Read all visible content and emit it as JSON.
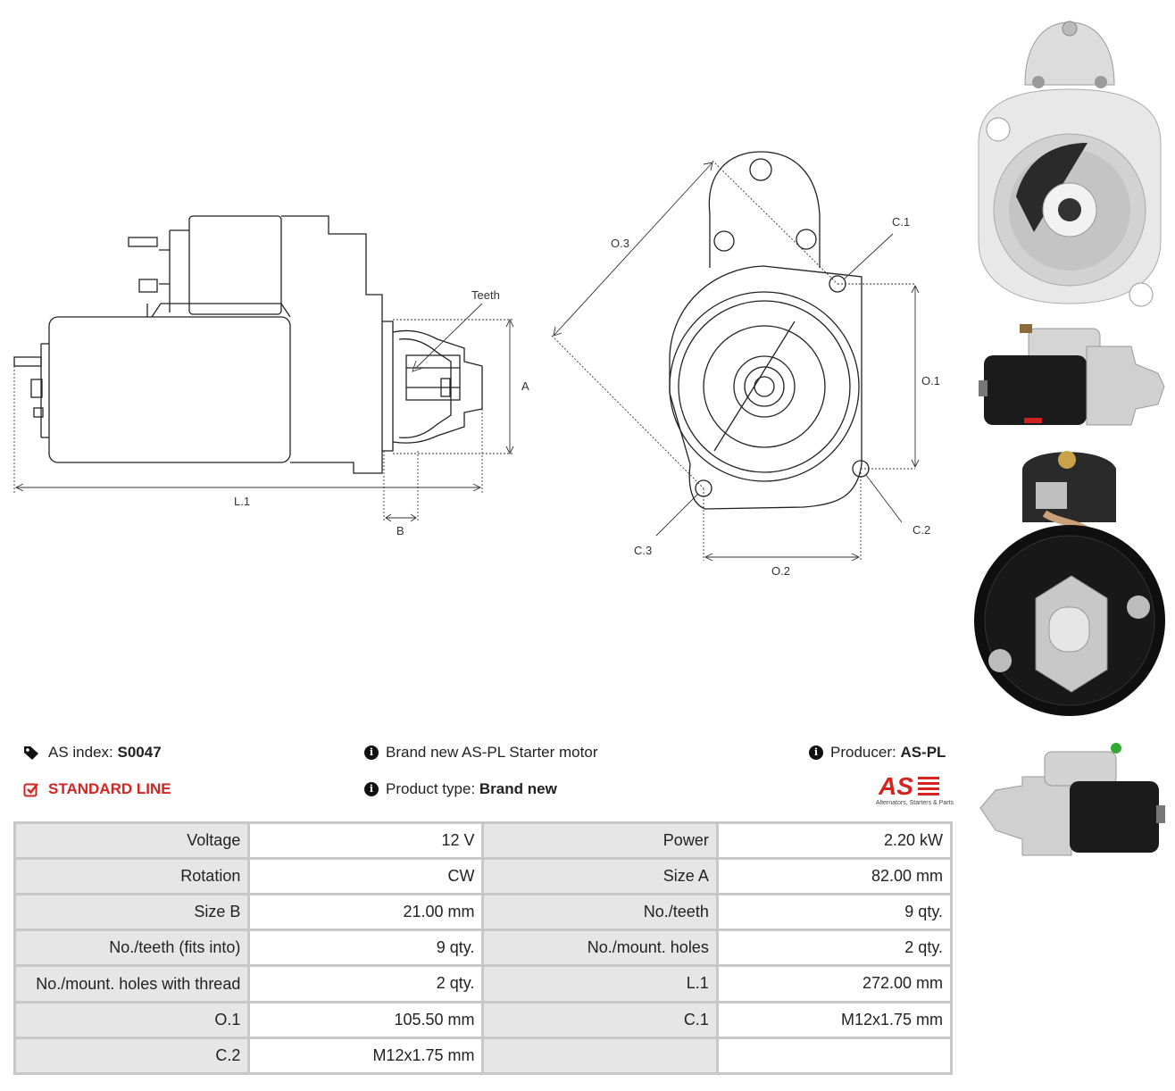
{
  "drawing_labels": {
    "teeth": "Teeth",
    "a": "A",
    "b": "B",
    "l1": "L.1",
    "o1": "O.1",
    "o2": "O.2",
    "o3": "O.3",
    "c1": "C.1",
    "c2": "C.2",
    "c3": "C.3"
  },
  "info": {
    "as_index_label": "AS index:",
    "as_index_value": "S0047",
    "standard_line": "STANDARD LINE",
    "description": "Brand new AS-PL Starter motor",
    "product_type_label": "Product type:",
    "product_type_value": "Brand new",
    "producer_label": "Producer:",
    "producer_value": "AS-PL",
    "logo_text": "AS",
    "logo_tagline": "Alternators, Starters & Parts"
  },
  "colors": {
    "accent_red": "#d6231f",
    "table_key_bg": "#e6e6e6",
    "table_border": "#c8c8c8"
  },
  "specs": [
    [
      {
        "k": "Voltage",
        "v": "12 V"
      },
      {
        "k": "Power",
        "v": "2.20 kW"
      }
    ],
    [
      {
        "k": "Rotation",
        "v": "CW"
      },
      {
        "k": "Size A",
        "v": "82.00 mm"
      }
    ],
    [
      {
        "k": "Size B",
        "v": "21.00 mm"
      },
      {
        "k": "No./teeth",
        "v": "9 qty."
      }
    ],
    [
      {
        "k": "No./teeth (fits into)",
        "v": "9 qty."
      },
      {
        "k": "No./mount. holes",
        "v": "2 qty."
      }
    ],
    [
      {
        "k": "No./mount. holes with thread",
        "v": "2 qty."
      },
      {
        "k": "L.1",
        "v": "272.00 mm"
      }
    ],
    [
      {
        "k": "O.1",
        "v": "105.50 mm"
      },
      {
        "k": "C.1",
        "v": "M12x1.75 mm"
      }
    ],
    [
      {
        "k": "C.2",
        "v": "M12x1.75 mm"
      },
      {
        "k": "",
        "v": ""
      }
    ]
  ]
}
